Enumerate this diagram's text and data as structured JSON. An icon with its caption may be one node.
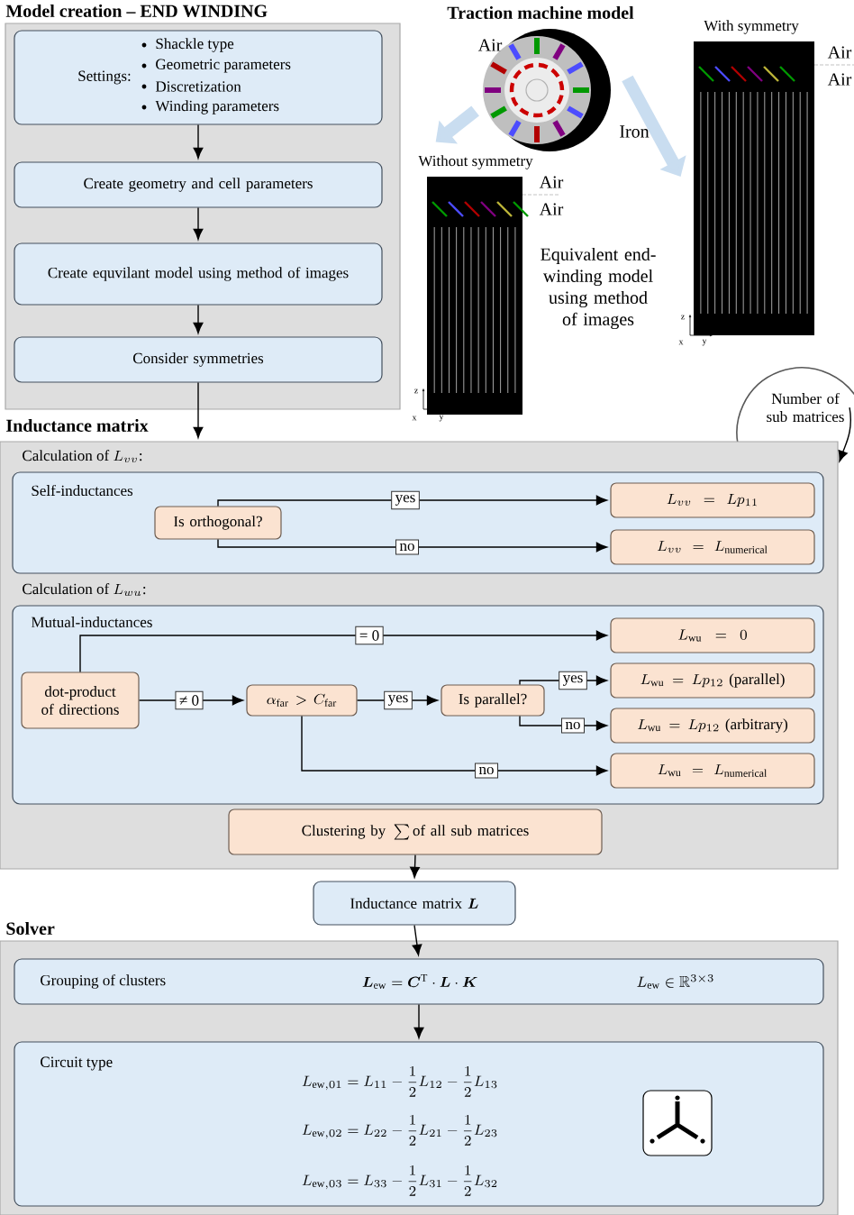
{
  "diagram": {
    "nodes": [
      {
        "text": [
          "Model creation – END WINDING"
        ]
      },
      {
        "text": [
          "Settings:",
          "Shackle type",
          "Geometric parameters",
          "Discretization",
          "Winding parameters"
        ],
        "in": 0
      },
      {
        "text": [
          "Create geometry and cell parameters"
        ],
        "in": 0
      },
      {
        "text": [
          "Create equvilant model using method of images"
        ],
        "in": 0
      },
      {
        "text": [
          "Consider symmetries"
        ],
        "in": 0
      },
      {
        "text": [
          "Traction machine model"
        ]
      },
      {
        "text": [
          "With symmetry"
        ]
      },
      {
        "text": [
          "Without symmetry"
        ]
      },
      {
        "text": [
          "Number of sub matrices"
        ]
      },
      {
        "text": [
          "Inductance matrix"
        ]
      },
      {
        "text": [
          "\\text{Calculation of }L_{vv}\\text{:}",
          "Self-inductances"
        ],
        "in": 9
      },
      {
        "text": [
          "Is orthogonal?"
        ],
        "in": 10
      },
      {
        "text": [
          "L_{vv} = Lp_{11}"
        ],
        "in": 10
      },
      {
        "text": [
          "L_{vv} = L_{\\mathrm{numerical}}"
        ],
        "in": 10
      },
      {
        "text": [
          "\\text{Calculation of }L_{wu}\\text{:}",
          "Mutual-inductances"
        ],
        "in": 9
      },
      {
        "text": [
          "dot-product of directions"
        ],
        "in": 14
      },
      {
        "text": [
          "\\alpha_{\\mathrm{far}} > C_{\\mathrm{far}}"
        ],
        "in": 14
      },
      {
        "text": [
          "Is parallel?"
        ],
        "in": 14
      },
      {
        "text": [
          "L_{\\mathrm{wu}} = 0"
        ],
        "in": 14
      },
      {
        "text": [
          "L_{\\mathrm{wu}} = Lp_{12}\\ \\text{(parallel)}"
        ],
        "in": 14
      },
      {
        "text": [
          "L_{\\mathrm{wu}} = Lp_{12}\\ \\text{(arbitrary)}"
        ],
        "in": 14
      },
      {
        "text": [
          "L_{\\mathrm{wu}} = L_{\\mathrm{numerical}}"
        ],
        "in": 14
      },
      {
        "text": [
          "\\text{Clustering by }\\sum\\text{of all sub matrices}"
        ],
        "in": 9
      },
      {
        "text": [
          "\\text{Inductance matrix }\\boldsymbol{L}"
        ]
      },
      {
        "text": [
          "Solver"
        ]
      },
      {
        "text": [
          "Grouping of clusters",
          "\\boldsymbol{L}_{\\mathrm{ew}} = \\boldsymbol{C}^{\\mathrm{T}}\\cdot\\boldsymbol{L}\\cdot\\boldsymbol{K}",
          "L_{\\mathrm{ew}}\\in\\mathbb{R}^{3\\times 3}"
        ],
        "in": 24
      },
      {
        "text": [
          "Circuit type",
          "L_{\\mathrm{ew},01} = L_{11} - \\dfrac{1}{2}L_{12} - \\dfrac{1}{2}L_{13}",
          "L_{\\mathrm{ew},02} = L_{22} - \\dfrac{1}{2}L_{21} - \\dfrac{1}{2}L_{23}",
          "L_{\\mathrm{ew},03} = L_{33} - \\dfrac{1}{2}L_{31} - \\dfrac{1}{2}L_{32}"
        ],
        "in": 24
      }
    ],
    "edges": [
      {
        "from": 1,
        "to": 2,
        "arrow": "to"
      },
      {
        "from": 2,
        "to": 3,
        "arrow": "to"
      },
      {
        "from": 3,
        "to": 4,
        "arrow": "to"
      },
      {
        "from": 4,
        "to": 9,
        "arrow": "to"
      },
      {
        "from": 5,
        "to": 6,
        "arrow": "to",
        "style": "thick",
        "color": "#c9ddf0"
      },
      {
        "from": 5,
        "to": 7,
        "arrow": "to",
        "style": "thick",
        "color": "#c9ddf0"
      },
      {
        "from": 8,
        "to": 9,
        "arrow": "to"
      },
      {
        "from": 11,
        "to": 12,
        "arrow": "to",
        "label": "yes"
      },
      {
        "from": 11,
        "to": 13,
        "arrow": "to",
        "label": "no"
      },
      {
        "from": 15,
        "to": 18,
        "arrow": "to",
        "label": "= 0"
      },
      {
        "from": 15,
        "to": 16,
        "arrow": "to",
        "label": "≠ 0"
      },
      {
        "from": 16,
        "to": 17,
        "arrow": "to",
        "label": "yes"
      },
      {
        "from": 17,
        "to": 19,
        "arrow": "to",
        "label": "yes"
      },
      {
        "from": 17,
        "to": 20,
        "arrow": "to",
        "label": "no"
      },
      {
        "from": 16,
        "to": 21,
        "arrow": "to",
        "label": "no"
      },
      {
        "from": 22,
        "to": 23,
        "arrow": "to"
      },
      {
        "from": 23,
        "to": 25,
        "arrow": "to"
      },
      {
        "from": 25,
        "to": 26,
        "arrow": "to"
      }
    ],
    "labels": [
      "Air",
      "Air",
      "Air",
      "Iron",
      "Air",
      "Air",
      "Equivalent end-winding model using method of images",
      "z",
      "x",
      "y",
      "z",
      "x",
      "y"
    ]
  }
}
